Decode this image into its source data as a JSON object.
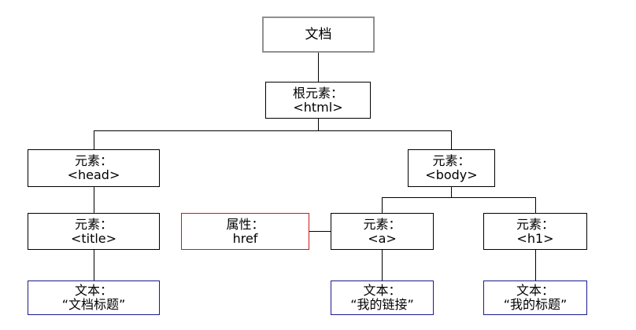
{
  "diagram": {
    "document": {
      "label": "文档"
    },
    "root": {
      "kind": "根元素：",
      "value": "<html>"
    },
    "head": {
      "kind": "元素：",
      "value": "<head>"
    },
    "body": {
      "kind": "元素：",
      "value": "<body>"
    },
    "title": {
      "kind": "元素：",
      "value": "<title>"
    },
    "href": {
      "kind": "属性：",
      "value": "href"
    },
    "a": {
      "kind": "元素：",
      "value": "<a>"
    },
    "h1": {
      "kind": "元素：",
      "value": "<h1>"
    },
    "title_text": {
      "kind": "文本：",
      "value": "“文档标题”"
    },
    "a_text": {
      "kind": "文本：",
      "value": "“我的链接”"
    },
    "h1_text": {
      "kind": "文本：",
      "value": "“我的标题”"
    },
    "colors": {
      "document_border": "#909090",
      "element_border": "#000000",
      "attribute_border": "#d01818",
      "text_border": "#1a1a8f"
    }
  }
}
